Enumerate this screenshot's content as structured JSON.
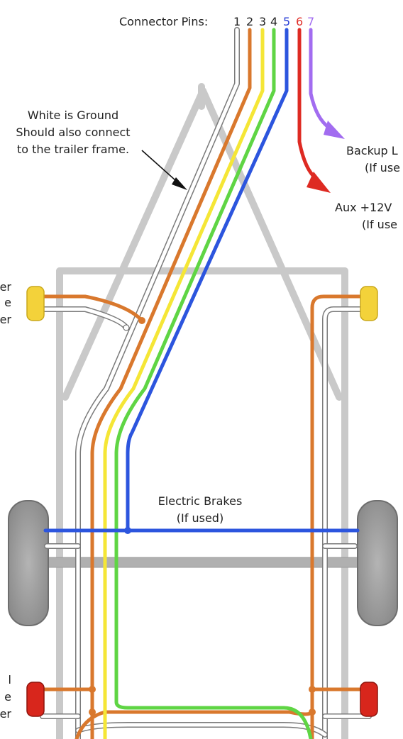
{
  "connector": {
    "label": "Connector Pins:",
    "pins": [
      {
        "num": "1",
        "color": "#222222"
      },
      {
        "num": "2",
        "color": "#222222"
      },
      {
        "num": "3",
        "color": "#222222"
      },
      {
        "num": "4",
        "color": "#222222"
      },
      {
        "num": "5",
        "color": "#2a3fd6"
      },
      {
        "num": "6",
        "color": "#e0302a"
      },
      {
        "num": "7",
        "color": "#a26cf0"
      }
    ]
  },
  "wire_colors": {
    "white": "#ffffff",
    "brown": "#d9782d",
    "yellow": "#f5e636",
    "green": "#5fd544",
    "blue": "#2c55de",
    "red": "#de2a22",
    "purple": "#a26cf0"
  },
  "frame_color": "#c9c9c9",
  "annotations": {
    "ground": [
      "White is Ground",
      "Should also connect",
      "to the trailer frame."
    ],
    "backup": [
      "Backup L",
      "(If use"
    ],
    "aux": [
      "Aux +12V",
      "(If use"
    ],
    "brakes": [
      "Electric Brakes",
      "(If used)"
    ],
    "left_top": [
      "er",
      "e",
      "er"
    ],
    "left_bottom": [
      "l",
      "e",
      "er"
    ]
  },
  "lights": {
    "marker_color": "#f3d23a",
    "tail_color": "#d8261c"
  }
}
